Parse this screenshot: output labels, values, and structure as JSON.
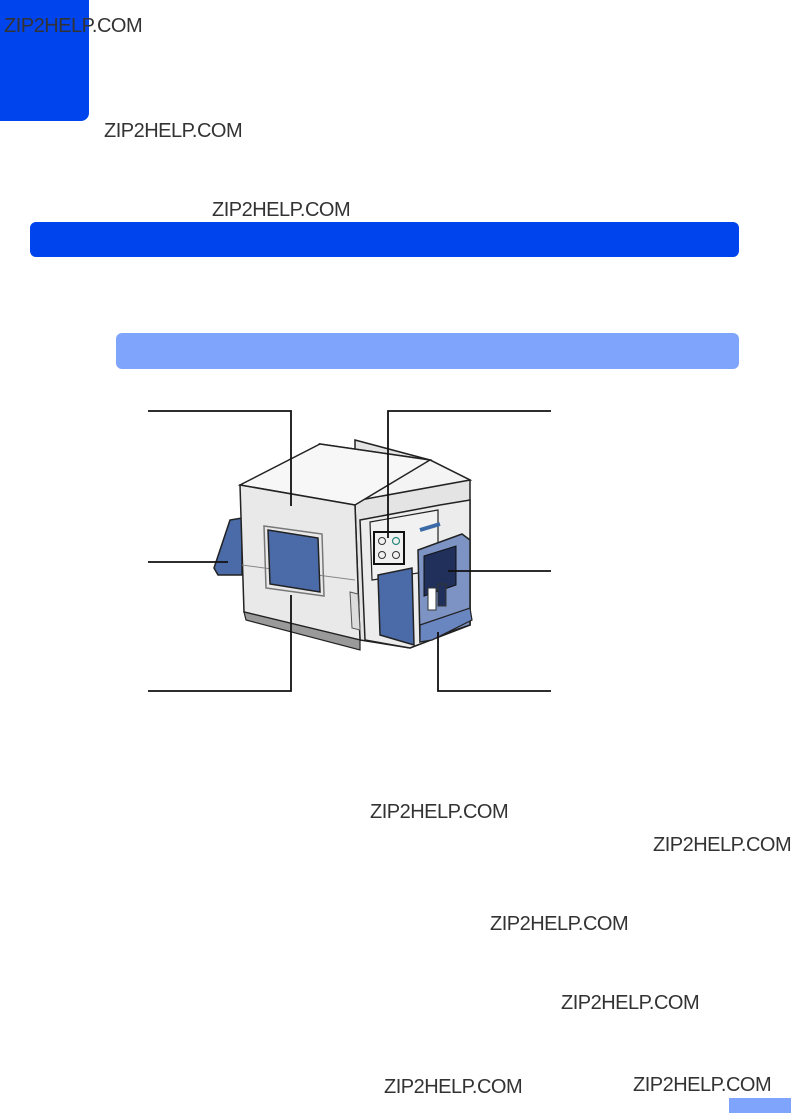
{
  "watermarks": [
    "ZIP2HELP.COM",
    "ZIP2HELP.COM",
    "ZIP2HELP.COM",
    "ZIP2HELP.COM",
    "ZIP2HELP.COM",
    "ZIP2HELP.COM",
    "ZIP2HELP.COM",
    "ZIP2HELP.COM",
    "ZIP2HELP.COM"
  ],
  "colors": {
    "primary_blue": "#0044ee",
    "light_blue": "#7fa4fb",
    "printer_body": "#e8e8e8",
    "printer_accent": "#4a6aa8"
  }
}
